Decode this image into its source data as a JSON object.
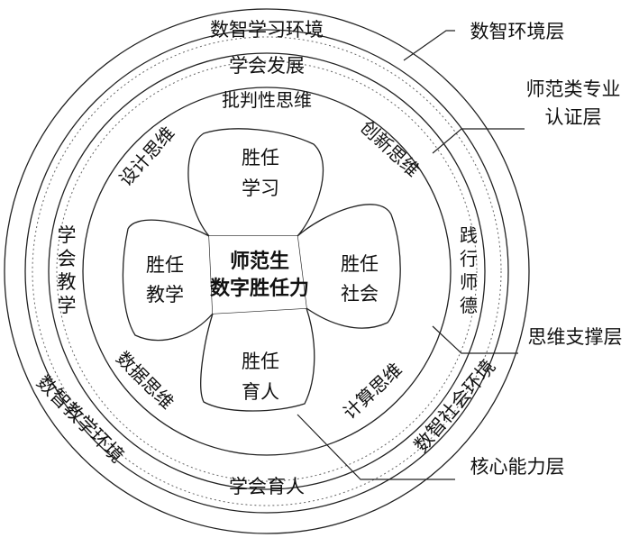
{
  "center": {
    "line1": "师范生",
    "line2": "数字胜任力"
  },
  "petals": {
    "top": {
      "line1": "胜任",
      "line2": "学习"
    },
    "left": {
      "line1": "胜任",
      "line2": "教学"
    },
    "right": {
      "line1": "胜任",
      "line2": "社会"
    },
    "bottom": {
      "line1": "胜任",
      "line2": "育人"
    }
  },
  "thinking_ring": {
    "top": "批判性思维",
    "upper_left": "设计思维",
    "upper_right": "创新思维",
    "lower_left": "数据思维",
    "lower_right": "计算思维",
    "right_vertical": [
      "践",
      "行",
      "师",
      "德"
    ]
  },
  "certification_ring": {
    "top": "学会发展",
    "bottom": "学会育人",
    "left_vertical": [
      "学",
      "会",
      "教",
      "学"
    ]
  },
  "environment_ring": {
    "top": "数智学习环境",
    "lower_left": "数智教学环境",
    "lower_right": "数智社会环境"
  },
  "callouts": {
    "env_layer": "数智环境层",
    "cert_layer_line1": "师范类专业",
    "cert_layer_line2": "认证层",
    "thinking_layer": "思维支撑层",
    "core_layer": "核心能力层"
  }
}
